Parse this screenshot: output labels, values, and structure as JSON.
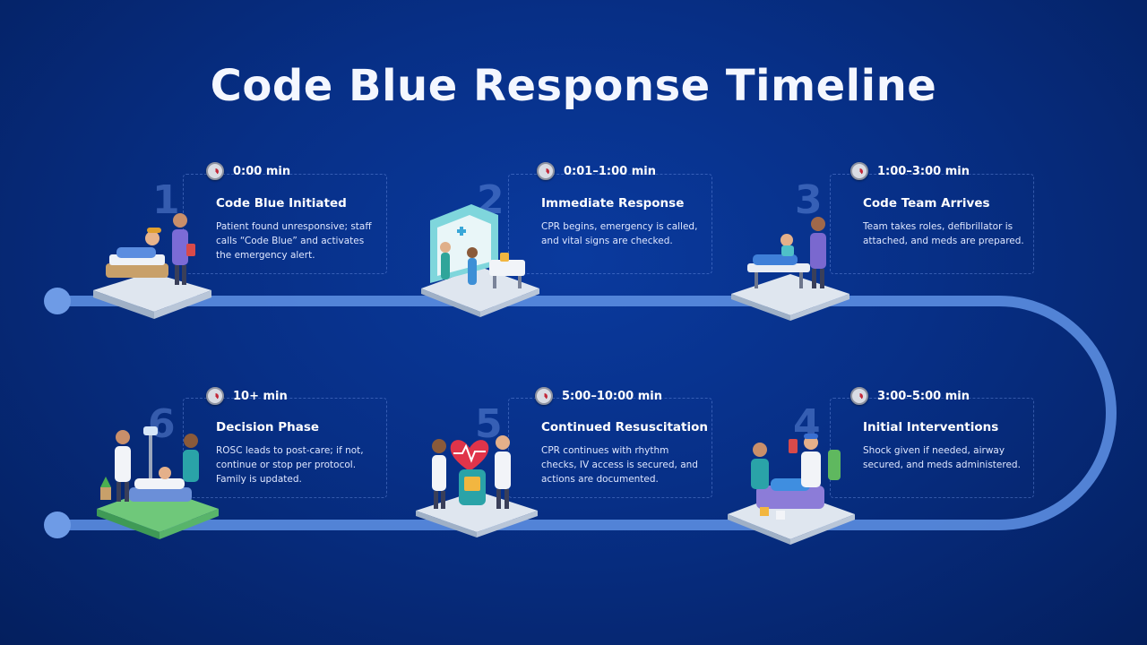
{
  "title": "Code Blue Response Timeline",
  "colors": {
    "background": "#072f86",
    "track": "#5b8de0",
    "track_node": "#6e9be6",
    "card_border": "#8cafff"
  },
  "steps": [
    {
      "number": "1",
      "time": "0:00 min",
      "title": "Code Blue Initiated",
      "description": "Patient found unresponsive; staff calls “Code Blue” and activates the emergency alert.",
      "icon": "patient-bed-icon"
    },
    {
      "number": "2",
      "time": "0:01–1:00 min",
      "title": "Immediate Response",
      "description": "CPR begins, emergency is called, and vital signs are checked.",
      "icon": "emergency-room-icon"
    },
    {
      "number": "3",
      "time": "1:00–3:00 min",
      "title": "Code Team Arrives",
      "description": "Team takes roles, defibrillator is attached, and meds are prepared.",
      "icon": "stretcher-icon"
    },
    {
      "number": "4",
      "time": "3:00–5:00 min",
      "title": "Initial Interventions",
      "description": "Shock given if needed, airway secured, and meds administered.",
      "icon": "intervention-icon"
    },
    {
      "number": "5",
      "time": "5:00–10:00 min",
      "title": "Continued Resuscitation",
      "description": "CPR continues with rhythm checks, IV access is secured, and actions are documented.",
      "icon": "heart-monitor-icon"
    },
    {
      "number": "6",
      "time": "10+ min",
      "title": "Decision Phase",
      "description": "ROSC leads to post-care; if not, continue or stop per protocol. Family is updated.",
      "icon": "recovery-bed-icon"
    }
  ]
}
